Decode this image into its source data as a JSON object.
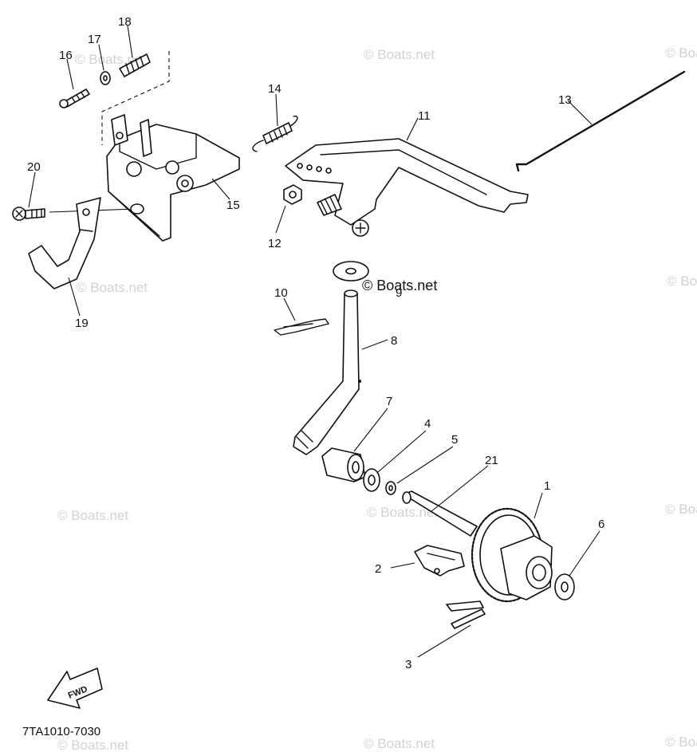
{
  "watermark": "© Boats.net",
  "diagram_code": "7TA1010-7030",
  "fwd_label": "FWD",
  "callouts": [
    "1",
    "2",
    "3",
    "4",
    "5",
    "6",
    "7",
    "8",
    "9",
    "10",
    "11",
    "12",
    "13",
    "14",
    "15",
    "16",
    "17",
    "18",
    "19",
    "20",
    "21"
  ],
  "colors": {
    "line": "#111111",
    "watermark": "#d2d2d2",
    "background": "#ffffff"
  }
}
